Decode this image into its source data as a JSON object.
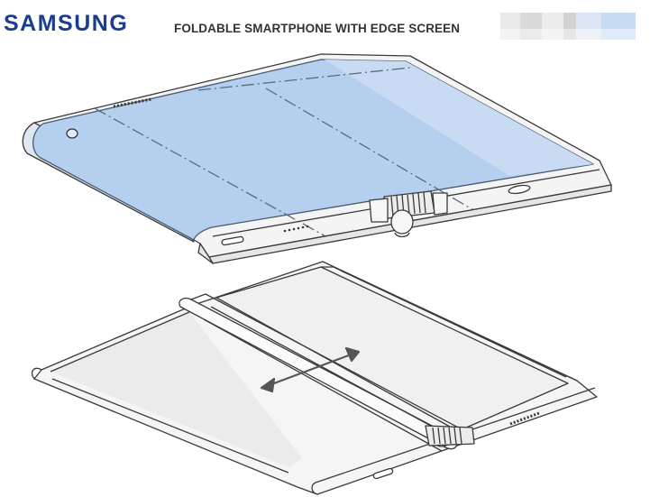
{
  "header": {
    "brand_logo_text": "SAMSUNG",
    "title": "FOLDABLE SMARTPHONE WITH EDGE SCREEN"
  },
  "colors": {
    "brand": "#1b3d8f",
    "screen_fill": "#b5cfef",
    "line_art": "#3a3a3a",
    "device_body": "#f2f2f2"
  },
  "illustrations": [
    {
      "name": "unfolded-device",
      "state": "open, screen facing up"
    },
    {
      "name": "folded-device-back",
      "state": "back view with hinge"
    }
  ]
}
